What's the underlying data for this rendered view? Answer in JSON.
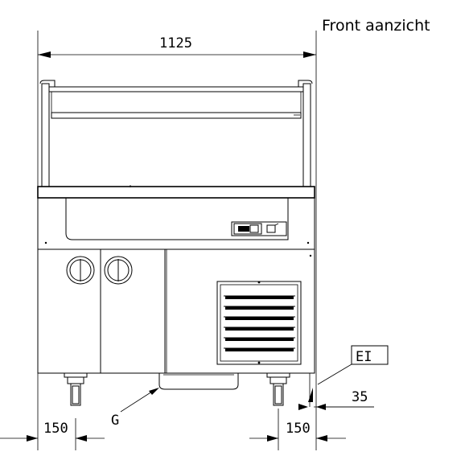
{
  "title": "Front aanzicht",
  "dimensions": {
    "overall_width": "1125",
    "left_offset": "150",
    "right_offset": "150",
    "side_offset": "35"
  },
  "labels": {
    "drain": "G",
    "electrical": "EI"
  }
}
